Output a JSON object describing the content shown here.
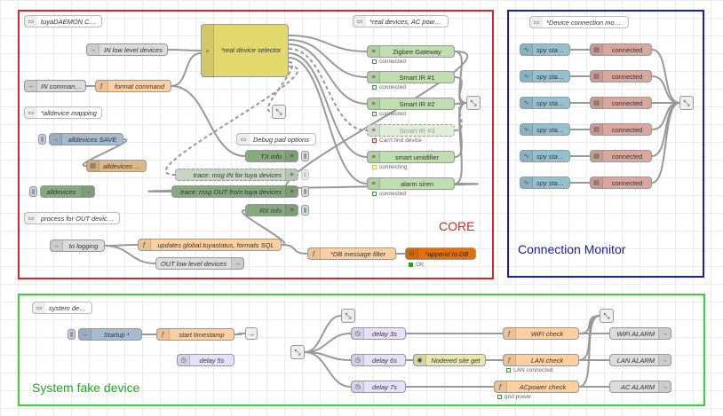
{
  "colors": {
    "core_border": "#d62626",
    "monitor_border": "#1a1ac4",
    "system_border": "#3ad13a",
    "core_label": "#e02020",
    "monitor_label": "#1a1ab4",
    "system_label": "#22a822",
    "node_link": "#dcdcdc",
    "node_function": "#fdd0a2",
    "node_switch": "#e2d96e",
    "node_zigbee": "#c0deb0",
    "node_debug": "#87a980",
    "node_file": "#deb887",
    "node_inject": "#a6bbcf",
    "node_delay": "#e6e0f8",
    "node_status": "#94c1d0",
    "node_template": "#d8a89f",
    "node_sql": "#e2700a",
    "node_http": "#e7e7ae"
  },
  "groups": {
    "core": {
      "label": "CORE"
    },
    "monitor": {
      "label": "Connection Monitor"
    },
    "system": {
      "label": "System fake device"
    }
  },
  "nodes": {
    "c_tuya_core": {
      "label": "tuyaDAEMON CORE",
      "icon": "comment-icon"
    },
    "c_real_devices": {
      "label": "*real devices, AC powered",
      "icon": "comment-icon"
    },
    "n_in_low": {
      "label": "IN low level devices",
      "icon": "link-in-icon"
    },
    "n_selector": {
      "label": "*real device selector",
      "icon": "switch-icon"
    },
    "n_in_commands": {
      "label": "IN commands",
      "icon": "link-in-icon"
    },
    "n_format_cmd": {
      "label": "format command",
      "icon": "function-icon"
    },
    "c_alldevice": {
      "label": "*alldevice mapping",
      "icon": "comment-icon"
    },
    "n_alldev_save": {
      "label": "alldevices SAVE",
      "icon": "inject-icon"
    },
    "n_alldev_json": {
      "label": "alldevices.json",
      "icon": "file-icon"
    },
    "n_alldevices": {
      "label": "alldevices",
      "icon": "link-out-icon"
    },
    "c_debug_pad": {
      "label": "Debug pad options",
      "icon": "comment-icon"
    },
    "n_tx_info": {
      "label": "TX info",
      "icon": "debug-icon"
    },
    "n_trace_in": {
      "label": "trace: msg IN for tuya devices",
      "icon": "debug-icon"
    },
    "n_trace_out": {
      "label": "trace: msg OUT from tuya devices",
      "icon": "debug-icon"
    },
    "n_rx_info": {
      "label": "RX info",
      "icon": "debug-icon"
    },
    "c_process_out": {
      "label": "process for OUT device msg",
      "icon": "comment-icon"
    },
    "n_to_logging": {
      "label": "to logging",
      "icon": "link-out-icon"
    },
    "n_updates": {
      "label": "updates global.tuyastatus, formats SQL",
      "icon": "function-icon"
    },
    "n_db_filter": {
      "label": "*DB message filter",
      "icon": "function-icon"
    },
    "n_append_db": {
      "label": "*append to DB",
      "icon": "database-icon"
    },
    "n_out_low": {
      "label": "OUT low level devices",
      "icon": "link-out-icon"
    },
    "n_zigbee": {
      "label": "Zigbee Gateway",
      "icon": "wifi-icon"
    },
    "n_smart_ir1": {
      "label": "Smart IR #1",
      "icon": "wifi-icon"
    },
    "n_smart_ir2": {
      "label": "Smart IR #2",
      "icon": "wifi-icon"
    },
    "n_smart_ir3": {
      "label": "Smart IR #3",
      "icon": "wifi-icon"
    },
    "n_umidifier": {
      "label": "smart umidifier",
      "icon": "wifi-icon"
    },
    "n_alarm": {
      "label": "alarm siren",
      "icon": "wifi-icon"
    },
    "c_dev_conn": {
      "label": "*Device connection monitor",
      "icon": "comment-icon"
    },
    "n_startup": {
      "label": "Startup ¹",
      "icon": "inject-icon"
    },
    "n_start_ts": {
      "label": "start timestamp",
      "icon": "function-icon"
    },
    "n_delay5": {
      "label": "delay 5s",
      "icon": "delay-icon"
    },
    "c_system_dev": {
      "label": "system device",
      "icon": "comment-icon"
    },
    "n_delay3": {
      "label": "delay 3s",
      "icon": "delay-icon"
    },
    "n_delay6": {
      "label": "delay 6s",
      "icon": "delay-icon"
    },
    "n_delay7": {
      "label": "delay 7s",
      "icon": "delay-icon"
    },
    "n_wifi_check": {
      "label": "WiFi check",
      "icon": "function-icon"
    },
    "n_nodered_get": {
      "label": "Nodered site get",
      "icon": "http-icon"
    },
    "n_lan_check": {
      "label": "LAN check",
      "icon": "function-icon"
    },
    "n_acpower_check": {
      "label": "ACpower check",
      "icon": "function-icon"
    },
    "n_wifi_alarm": {
      "label": "WiFi ALARM",
      "icon": "link-out-icon"
    },
    "n_lan_alarm": {
      "label": "LAN ALARM",
      "icon": "link-out-icon"
    },
    "n_ac_alarm": {
      "label": "AC ALARM",
      "icon": "link-out-icon"
    }
  },
  "monitor_rows": [
    {
      "status_label": "spy status",
      "template_label": "connected"
    },
    {
      "status_label": "spy status",
      "template_label": "connected"
    },
    {
      "status_label": "spy status",
      "template_label": "connected"
    },
    {
      "status_label": "spy status",
      "template_label": "connected"
    },
    {
      "status_label": "spy status",
      "template_label": "connected"
    },
    {
      "status_label": "spy status",
      "template_label": "connected"
    }
  ],
  "statuses": {
    "s_zigbee": {
      "text": "connected",
      "color": "#2e9e2e",
      "shape": "ring"
    },
    "s_ir1": {
      "text": "connected",
      "color": "#2e9e2e",
      "shape": "ring"
    },
    "s_ir2": {
      "text": "connected",
      "color": "#2e9e2e",
      "shape": "ring"
    },
    "s_ir3": {
      "text": "Can't find device",
      "color": "#d42020",
      "shape": "ring"
    },
    "s_umidifier": {
      "text": "connecting",
      "color": "#e8c420",
      "shape": "ring"
    },
    "s_alarm": {
      "text": "connected",
      "color": "#2e9e2e",
      "shape": "ring"
    },
    "s_append_db": {
      "text": "OK",
      "color": "#2e9e2e",
      "shape": "dot"
    },
    "s_lan": {
      "text": "LAN connected",
      "color": "#2e9e2e",
      "shape": "ring"
    },
    "s_grid": {
      "text": "grid power",
      "color": "#2e9e2e",
      "shape": "ring"
    }
  },
  "icons": {
    "link-in-icon": "→",
    "link-out-icon": "→",
    "function-icon": "ƒ",
    "switch-icon": "⑂",
    "comment-icon": "▭",
    "inject-icon": "→",
    "file-icon": "▤",
    "debug-icon": "≡",
    "database-icon": "⛁",
    "wifi-icon": "≡",
    "delay-icon": "◷",
    "status-icon": "∿",
    "template-icon": "▤",
    "http-icon": "◉",
    "junction-icon": "⤡"
  }
}
